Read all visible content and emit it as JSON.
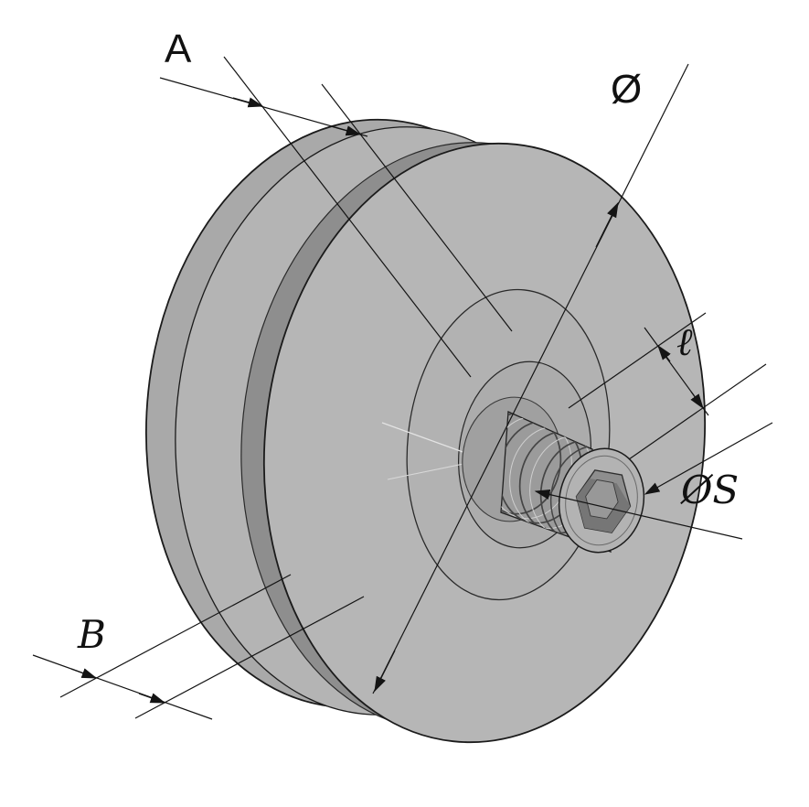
{
  "drawing": {
    "kind": "isometric technical drawing of a grooved pulley wheel with threaded stud and hex socket",
    "labels": {
      "groove_width": "A",
      "overall_width": "B",
      "outer_diameter": "Ø",
      "stud_length": "ℓ",
      "stud_diameter": "ØS"
    },
    "colors": {
      "background": "#ffffff",
      "body_light": "#b6b6b6",
      "body_mid": "#a9a9a9",
      "body_dark": "#8e8e8e",
      "shaft": "#9b9b9b",
      "socket": "#8e8e8e",
      "outline": "#1b1b1b",
      "dimension": "#141414"
    }
  }
}
